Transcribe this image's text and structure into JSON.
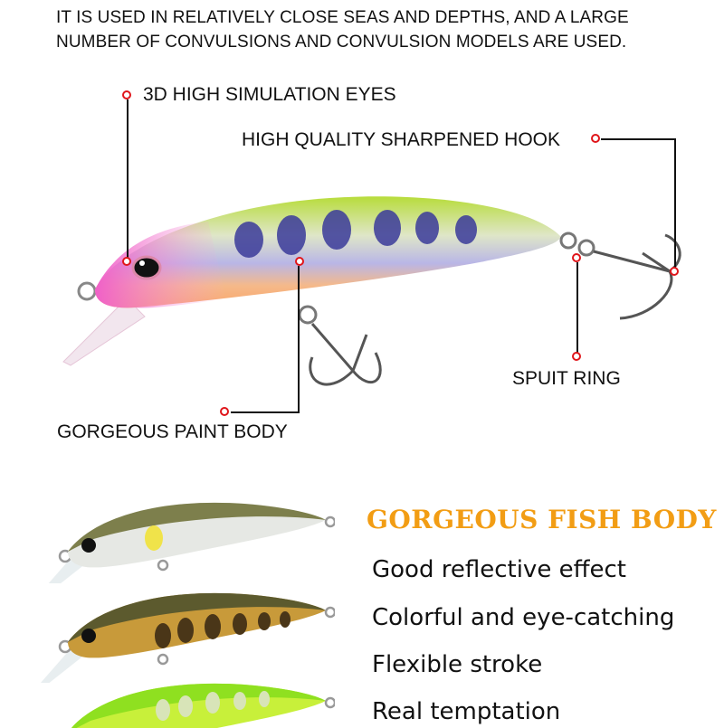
{
  "intro": {
    "line1": "IT IS USED IN RELATIVELY CLOSE SEAS AND DEPTHS, AND A LARGE",
    "line2": "NUMBER OF CONVULSIONS AND CONVULSION MODELS ARE USED."
  },
  "callouts": {
    "eyes": "3D HIGH SIMULATION EYES",
    "hook": "HIGH QUALITY SHARPENED HOOK",
    "ring": "SPUIT RING",
    "paint": "GORGEOUS PAINT BODY"
  },
  "colors": {
    "marker": "#e0161b",
    "heading": "#f29d14"
  },
  "section": {
    "heading": "GORGEOUS FISH BODY",
    "features": [
      "Good reflective effect",
      "Colorful and eye-catching",
      "Flexible stroke",
      "Real temptation"
    ]
  },
  "images": {
    "main_lure": "pink-green-minnow-lure",
    "variants": [
      "silver-olive-lure",
      "brown-spotted-lure",
      "chartreuse-lure"
    ]
  }
}
